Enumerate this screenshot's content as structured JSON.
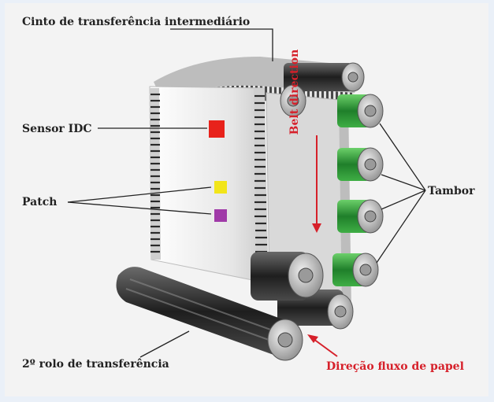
{
  "labels": {
    "belt": "Cinto de transferência intermediário",
    "sensor": "Sensor IDC",
    "patch": "Patch",
    "drum": "Tambor",
    "second_roller": "2º rolo de transferência",
    "paper_flow": "Direção fluxo de papel",
    "belt_direction": "Belt direction"
  },
  "colors": {
    "background": "#f3f3f3",
    "accent_red": "#d6202a",
    "sensor_patch": "#e8221b",
    "yellow_patch": "#f2e51a",
    "magenta_patch": "#a03aa8",
    "drum_green": "#2f9a3a",
    "roller_dark": "#3a3a3a"
  }
}
